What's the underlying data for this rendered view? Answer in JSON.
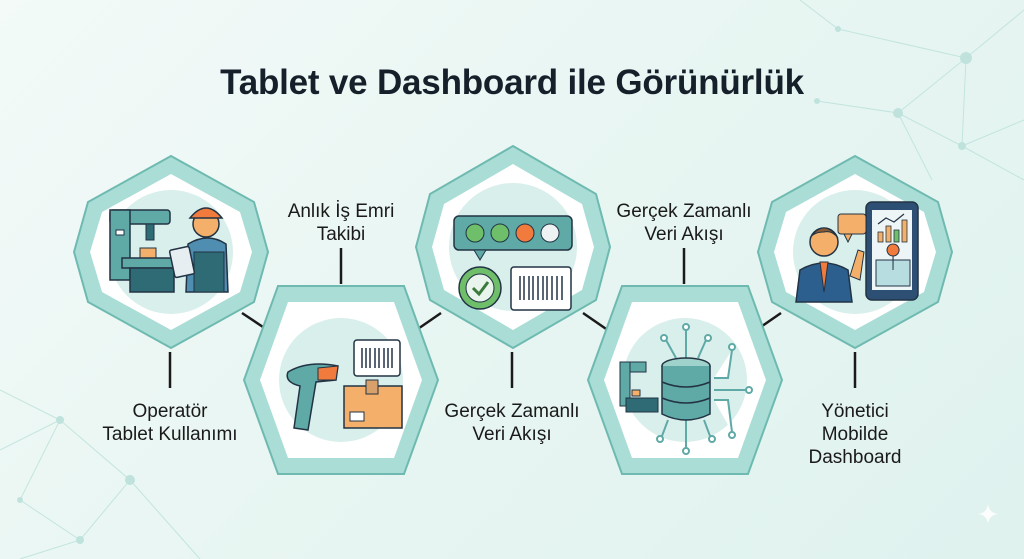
{
  "title": "Tablet ve Dashboard ile Görünürlük",
  "colors": {
    "background": "#e9f6f3",
    "hex_frame": "#a9ddd6",
    "hex_frame_stroke": "#6fbab0",
    "hex_inner": "#ffffff",
    "icon_circle": "#d9efeb",
    "teal": "#5fa9a6",
    "dark_teal": "#2f6b74",
    "orange": "#f07b3c",
    "box_orange": "#f4b06a",
    "green": "#6fbf6a",
    "navy": "#2d4f74",
    "text": "#15202b"
  },
  "steps": [
    {
      "id": "operator",
      "label_lines": [
        "Operatör",
        "Tablet Kullanımı"
      ],
      "icon": "worker-with-tablet-icon",
      "position": "top"
    },
    {
      "id": "work-order",
      "label_lines": [
        "Anlık İş Emri",
        "Takibi"
      ],
      "icon": "barcode-scanner-icon",
      "position": "bottom"
    },
    {
      "id": "status",
      "label_lines": [
        "Gerçek Zamanlı",
        "Veri Akışı"
      ],
      "icon": "status-lights-icon",
      "position": "top"
    },
    {
      "id": "data-flow",
      "label_lines": [
        "Gerçek Zamanlı",
        "Veri Akışı"
      ],
      "icon": "database-network-icon",
      "position": "bottom"
    },
    {
      "id": "manager",
      "label_lines": [
        "Yönetici",
        "Mobilde",
        "Dashboard"
      ],
      "icon": "manager-mobile-dashboard-icon",
      "position": "top"
    }
  ],
  "status_lights": [
    "#6fbf6a",
    "#6fbf6a",
    "#f07b3c",
    "#eef2f2"
  ]
}
